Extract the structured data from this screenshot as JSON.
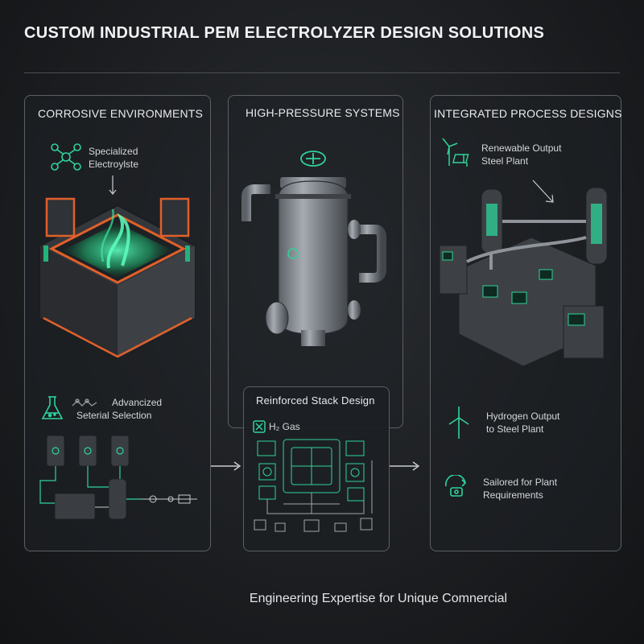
{
  "title": "CUSTOM INDUSTRIAL PEM ELECTROLYZER DESIGN SOLUTIONS",
  "accent_color": "#2fd39a",
  "panels": {
    "corrosive": {
      "heading": "CORROSIVE ENVIRONMENTS",
      "feature1": {
        "line1": "Specialized",
        "line2": "Electroylste",
        "icon": "molecule-network-icon"
      },
      "feature2": {
        "line1": "Advancized",
        "line2": "Seterial Selection",
        "icon": "flask-icon"
      }
    },
    "pressure": {
      "heading": "HIGH-PRESSURE SYSTEMS",
      "icon": "pressure-valve-icon"
    },
    "integrated": {
      "heading": "INTEGRATED PROCESS DESIGNS",
      "feature1": {
        "line1": "Renewable Output",
        "line2": "Steel Plant",
        "icon": "wind-solar-icon"
      },
      "feature2": {
        "line1": "Hydrogen Output",
        "line2": "to Steel Plant",
        "icon": "wind-turbine-icon"
      },
      "feature3": {
        "line1": "Sailored for Plant",
        "line2": "Requirements",
        "icon": "tailored-gear-icon"
      }
    },
    "stack": {
      "heading": "Reinforced Stack Design",
      "gas_label": "H₂ Gas",
      "icon": "hydrogen-molecule-icon"
    }
  },
  "footer": "Engineering Expertise for Unique Comnercial"
}
